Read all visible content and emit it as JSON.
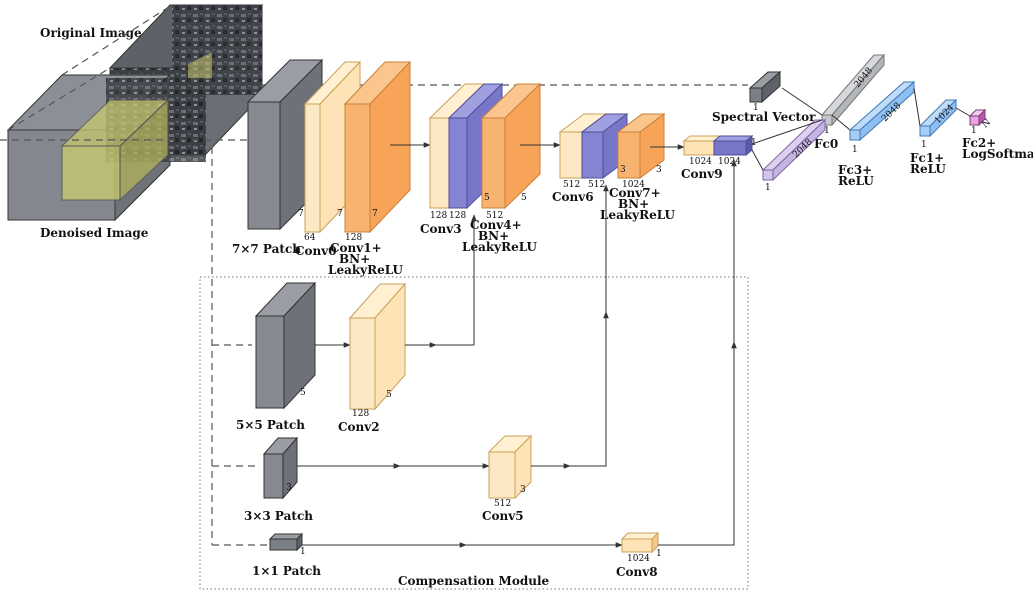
{
  "title": "",
  "colors": {
    "gray": "#7b7f86",
    "orange_light": "#fde3b6",
    "orange": "#f7a458",
    "blue": "#7776c8",
    "purple_light": "#c5b3e0",
    "fc_blue": "#8fbff0",
    "softmax_pink": "#e7a6e0",
    "olive": "#c8c86f"
  },
  "labels": {
    "original_image": "Original Image",
    "denoised_image": "Denoised Image",
    "patch7": "7×7 Patch",
    "patch5": "5×5 Patch",
    "patch3": "3×3 Patch",
    "patch1": "1×1 Patch",
    "conv0": "Conv0",
    "conv1": [
      "Conv1+",
      "BN+",
      "LeakyReLU"
    ],
    "conv2": "Conv2",
    "conv3": "Conv3",
    "conv4": [
      "Conv4+",
      "BN+",
      "LeakyReLU"
    ],
    "conv5": "Conv5",
    "conv6": "Conv6",
    "conv7": [
      "Conv7+",
      "BN+",
      "LeakyReLU"
    ],
    "conv8": "Conv8",
    "conv9": "Conv9",
    "spectral_vector": "Spectral Vector",
    "fc0": "Fc0",
    "fc3": [
      "Fc3+",
      "ReLU"
    ],
    "fc1": [
      "Fc1+",
      "ReLU"
    ],
    "fc2": [
      "Fc2+",
      "LogSoftmax"
    ],
    "compensation_module": "Compensation Module"
  },
  "dims": {
    "conv0_ch": "64",
    "conv1_ch": "128",
    "conv2_ch": "128",
    "conv3_ch_a": "128",
    "conv3_ch_b": "128",
    "conv4_ch": "512",
    "conv5_ch": "512",
    "conv6_ch_a": "512",
    "conv6_ch_b": "512",
    "conv7_ch": "1024",
    "conv8_ch": "1024",
    "conv9_ch_a": "1024",
    "conv9_ch_b": "1024",
    "k7": "7",
    "k5": "5",
    "k3": "3",
    "k1": "1",
    "fc0_len": "2048",
    "fc3_len": "2048",
    "fc1_len": "1024",
    "one": "1",
    "n": "N"
  }
}
